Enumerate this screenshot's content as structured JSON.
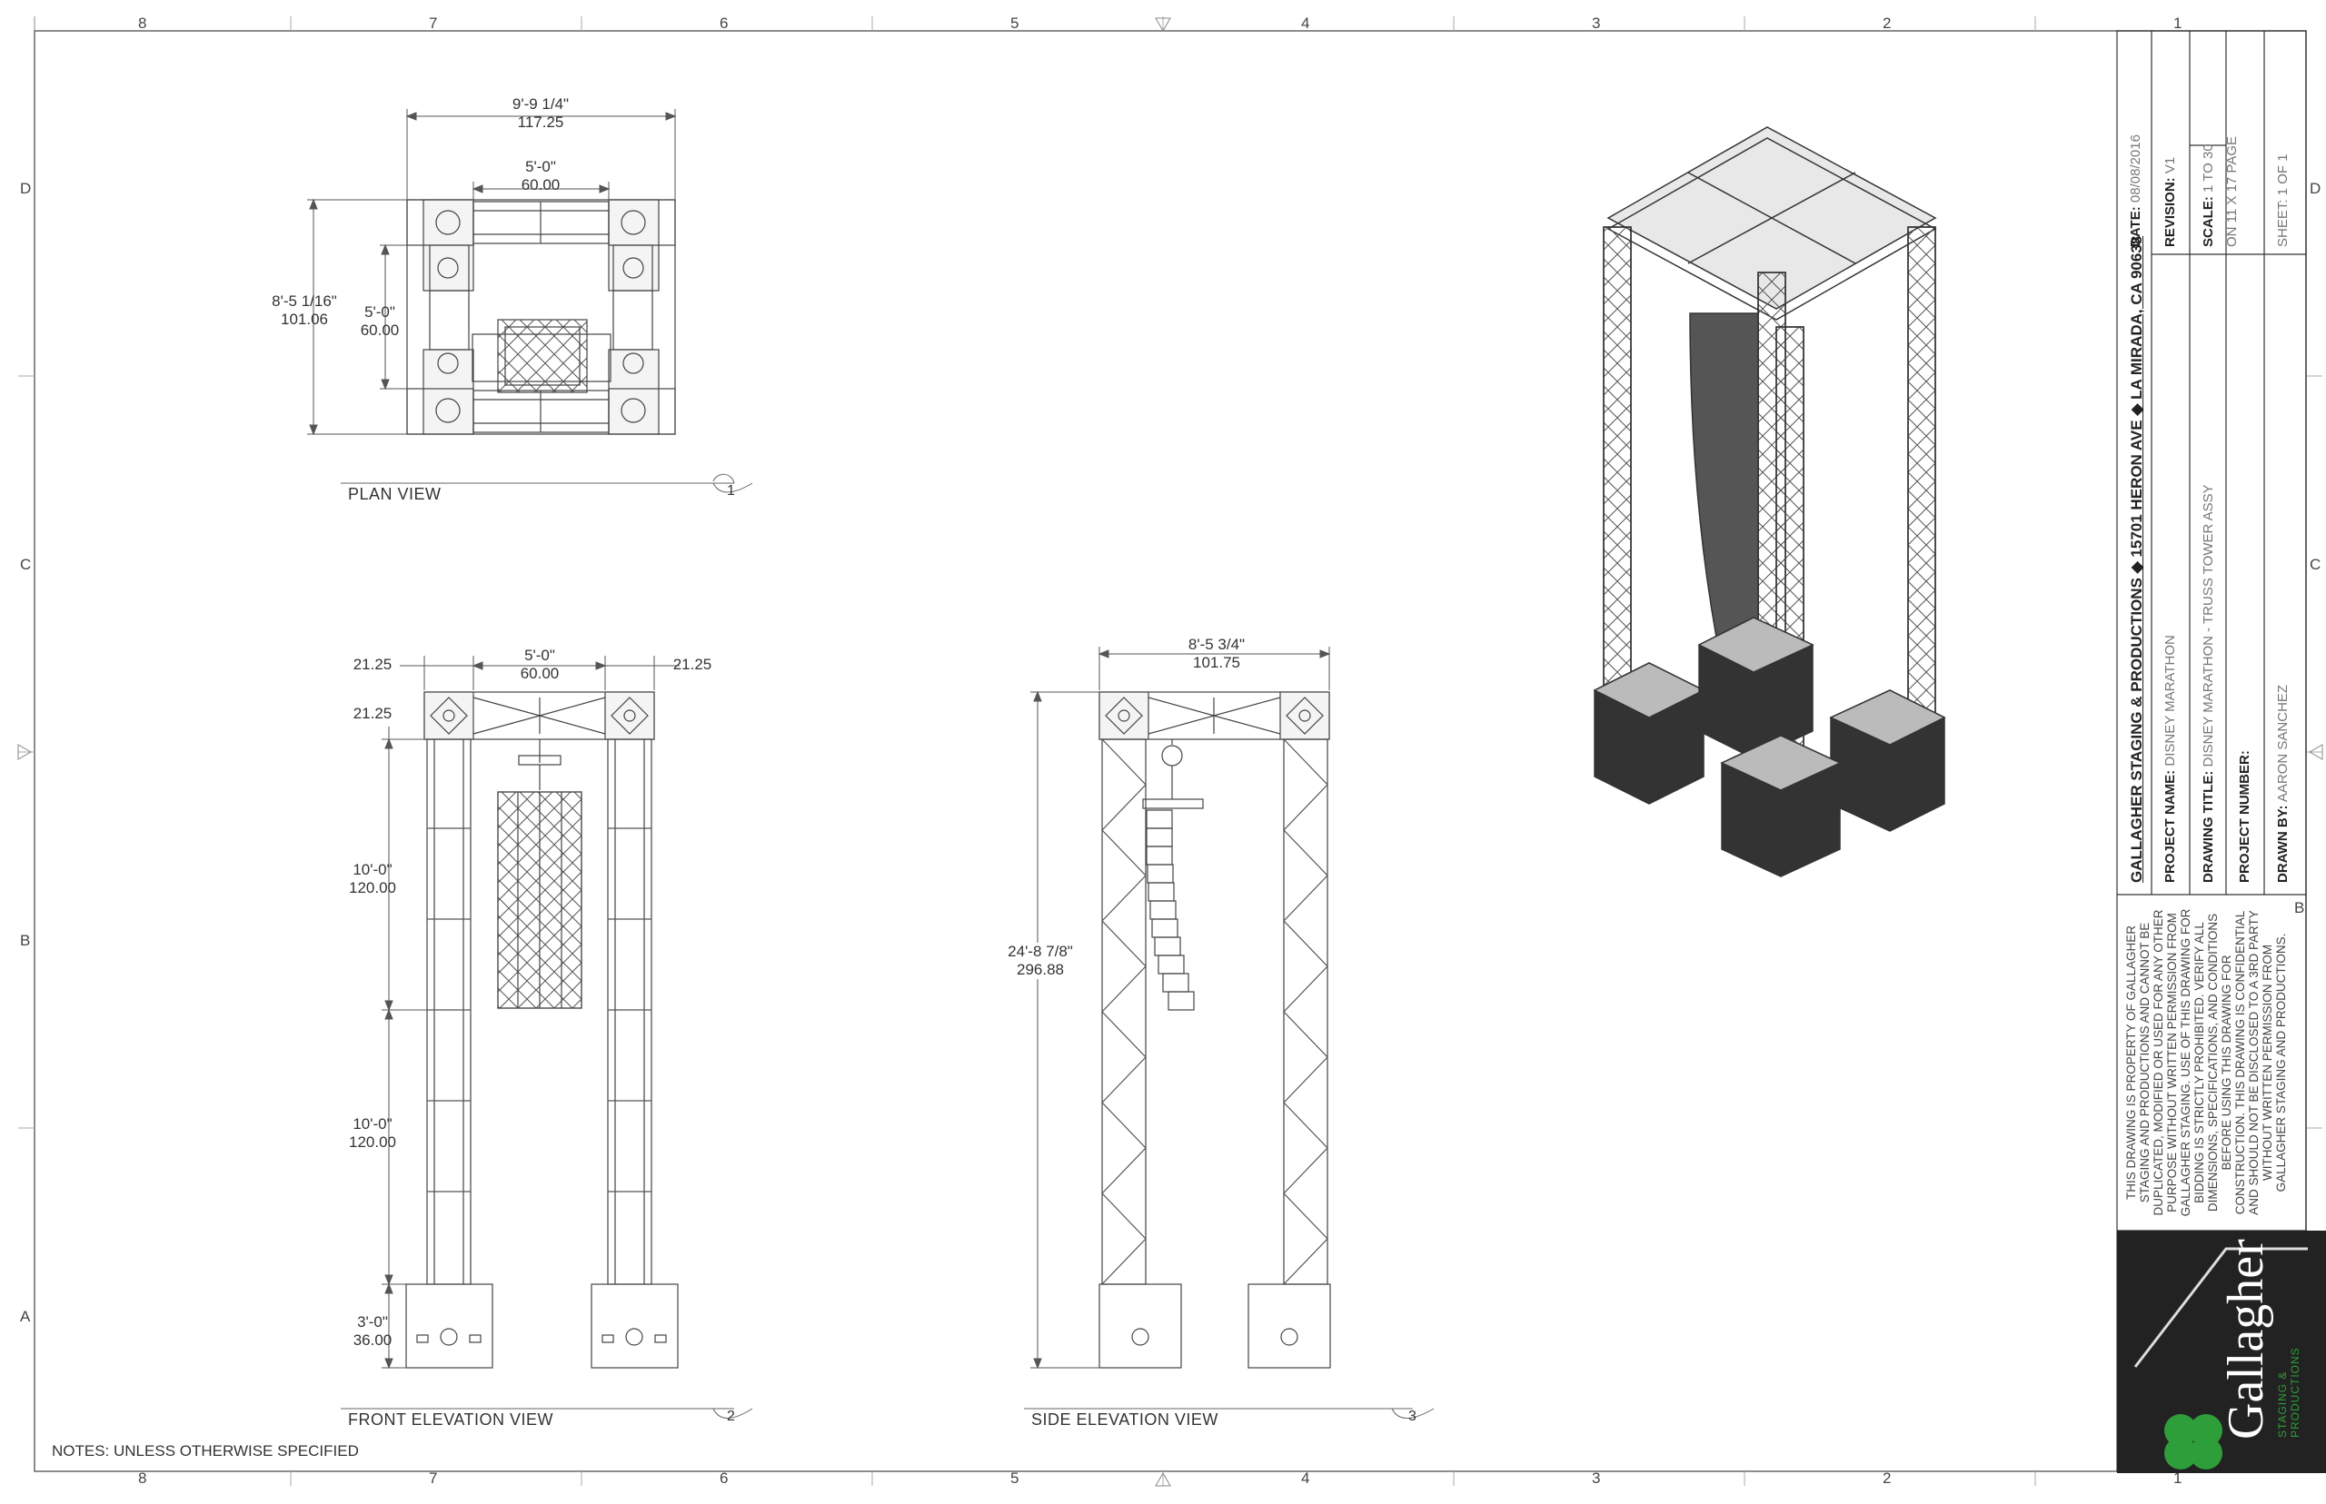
{
  "zones": {
    "top_numbers": [
      "8",
      "7",
      "6",
      "5",
      "4",
      "3",
      "2",
      "1"
    ],
    "side_letters": [
      "D",
      "C",
      "B",
      "A"
    ]
  },
  "views": {
    "plan": {
      "title": "PLAN VIEW",
      "number": "1",
      "dim_overall_width_frac": "9'-9 1/4\"",
      "dim_overall_width": "117.25",
      "dim_inner_width_frac": "5'-0\"",
      "dim_inner_width": "60.00",
      "dim_overall_depth_frac": "8'-5 1/16\"",
      "dim_overall_depth": "101.06",
      "dim_inner_depth_frac": "5'-0\"",
      "dim_inner_depth": "60.00"
    },
    "front": {
      "title": "FRONT ELEVATION VIEW",
      "number": "2",
      "dim_left_offset": "21.25",
      "dim_right_offset": "21.25",
      "dim_span_frac": "5'-0\"",
      "dim_span": "60.00",
      "dim_header_height": "21.25",
      "dim_upper_frac": "10'-0\"",
      "dim_upper": "120.00",
      "dim_lower_frac": "10'-0\"",
      "dim_lower": "120.00",
      "dim_base_frac": "3'-0\"",
      "dim_base": "36.00"
    },
    "side": {
      "title": "SIDE ELEVATION VIEW",
      "number": "3",
      "dim_width_frac": "8'-5 3/4\"",
      "dim_width": "101.75",
      "dim_height_frac": "24'-8 7/8\"",
      "dim_height": "296.88"
    }
  },
  "notes": "NOTES: UNLESS OTHERWISE SPECIFIED",
  "title_block": {
    "company_line": "GALLAGHER STAGING & PRODUCTIONS ◆ 15701 HERON AVE ◆ LA MIRADA, CA 90638",
    "project_name_label": "PROJECT NAME:",
    "project_name": "DISNEY MARATHON",
    "drawing_title_label": "DRAWING TITLE:",
    "drawing_title": "DISNEY MARATHON - TRUSS TOWER ASSY",
    "project_number_label": "PROJECT NUMBER:",
    "project_number": "",
    "drawn_by_label": "DRAWN BY:",
    "drawn_by": "AARON SANCHEZ",
    "date_label": "DATE:",
    "date": "08/08/2016",
    "revision_label": "REVISION:",
    "revision": "V1",
    "scale_label": "SCALE:",
    "scale": "1 TO 30",
    "scale_page": "ON 11 X 17 PAGE",
    "sheet": "SHEET: 1 OF 1",
    "notice": "THIS DRAWING IS PROPERTY OF GALLAGHER STAGING AND PRODUCTIONS AND CANNOT BE DUPLICATED, MODIFIED OR USED FOR ANY OTHER PURPOSE WITHOUT WRITTEN PERMISSION FROM GALLAGHER STAGING. USE OF THIS DRAWING FOR BIDDING IS STRICTLY PROHIBITED. VERIFY ALL DIMENSIONS, SPECIFICATIONS, AND CONDITIONS BEFORE USING THIS DRAWING FOR CONSTRUCTION. THIS DRAWING IS CONFIDENTIAL AND SHOULD NOT BE DISCLOSED TO A 3RD PARTY WITHOUT WRITTEN PERMISSION FROM GALLAGHER STAGING AND PRODUCTIONS.",
    "logo_text": "Gallagher",
    "logo_subtext": "STAGING & PRODUCTIONS"
  }
}
